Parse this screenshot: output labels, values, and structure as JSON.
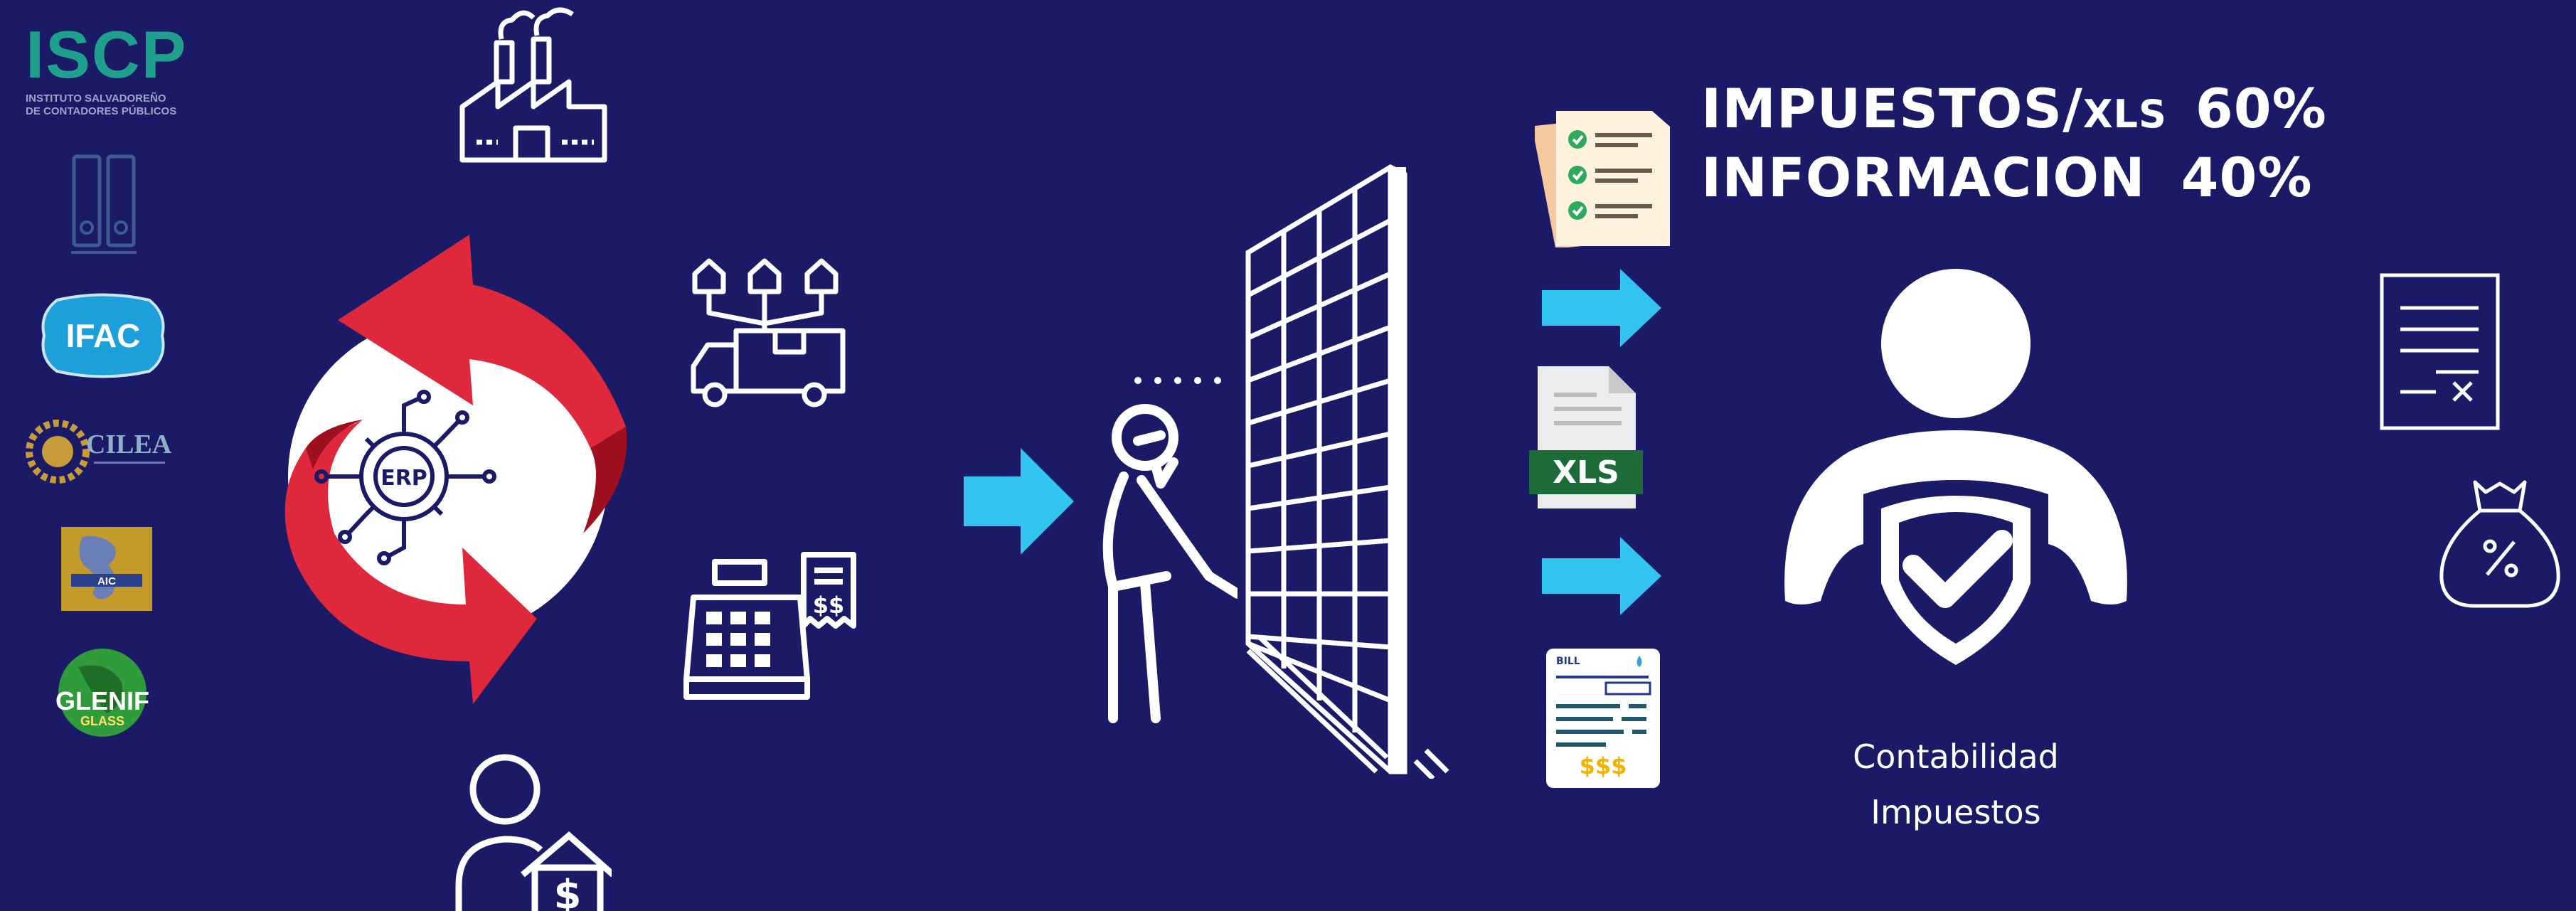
{
  "logos": {
    "iscp": {
      "name": "ISCP",
      "sub1": "INSTITUTO SALVADOREÑO",
      "sub2": "DE CONTADORES PÚBLICOS"
    },
    "ifac": "IFAC",
    "cilea": "CILEA",
    "aic": "AIC",
    "glenif": "GLENIF",
    "glenif_sub": "GLASS"
  },
  "erp_label": "ERP",
  "cash_register_symbol": "$$",
  "house_symbol": "$",
  "xls_label": "XLS",
  "bill": {
    "title": "BILL",
    "amount": "$$$"
  },
  "headline": {
    "line1_main": "IMPUESTOS/",
    "line1_small": "XLS",
    "line1_pct": "60%",
    "line2_main": "INFORMACION",
    "line2_pct": "40%"
  },
  "caption": {
    "line1": "Contabilidad",
    "line2": "Impuestos"
  },
  "icons": [
    "factory-icon",
    "erp-gear-icon",
    "delivery-truck-icon",
    "cash-register-icon",
    "person-house-icon",
    "confused-person-icon",
    "wall-icon",
    "checklist-document-icon",
    "xls-file-icon",
    "bill-icon",
    "shield-user-icon",
    "tax-document-icon",
    "money-bag-icon"
  ],
  "colors": {
    "background": "#1b1a66",
    "arrow_blue": "#33c3f0",
    "cycle_red": "#e0283c",
    "cycle_dark": "#9e1020",
    "xls_green": "#1e6b3a"
  }
}
